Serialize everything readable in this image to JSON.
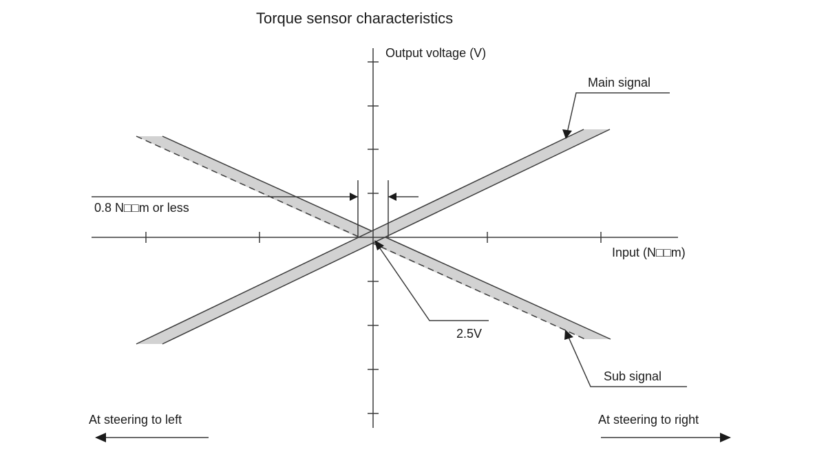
{
  "title": "Torque sensor characteristics",
  "y_axis_label": "Output voltage (V)",
  "x_axis_label": "Input (N□□m)",
  "threshold_label": "0.8 N□□m or less",
  "center_label": "2.5V",
  "main_signal_label": "Main signal",
  "sub_signal_label": "Sub signal",
  "left_direction_label": "At steering to left",
  "right_direction_label": "At steering to right",
  "colors": {
    "line": "#3a3a3a",
    "band_fill": "#d2d2d2"
  },
  "icons": {
    "left_arrow": "arrow-left-icon",
    "right_arrow": "arrow-right-icon"
  }
}
